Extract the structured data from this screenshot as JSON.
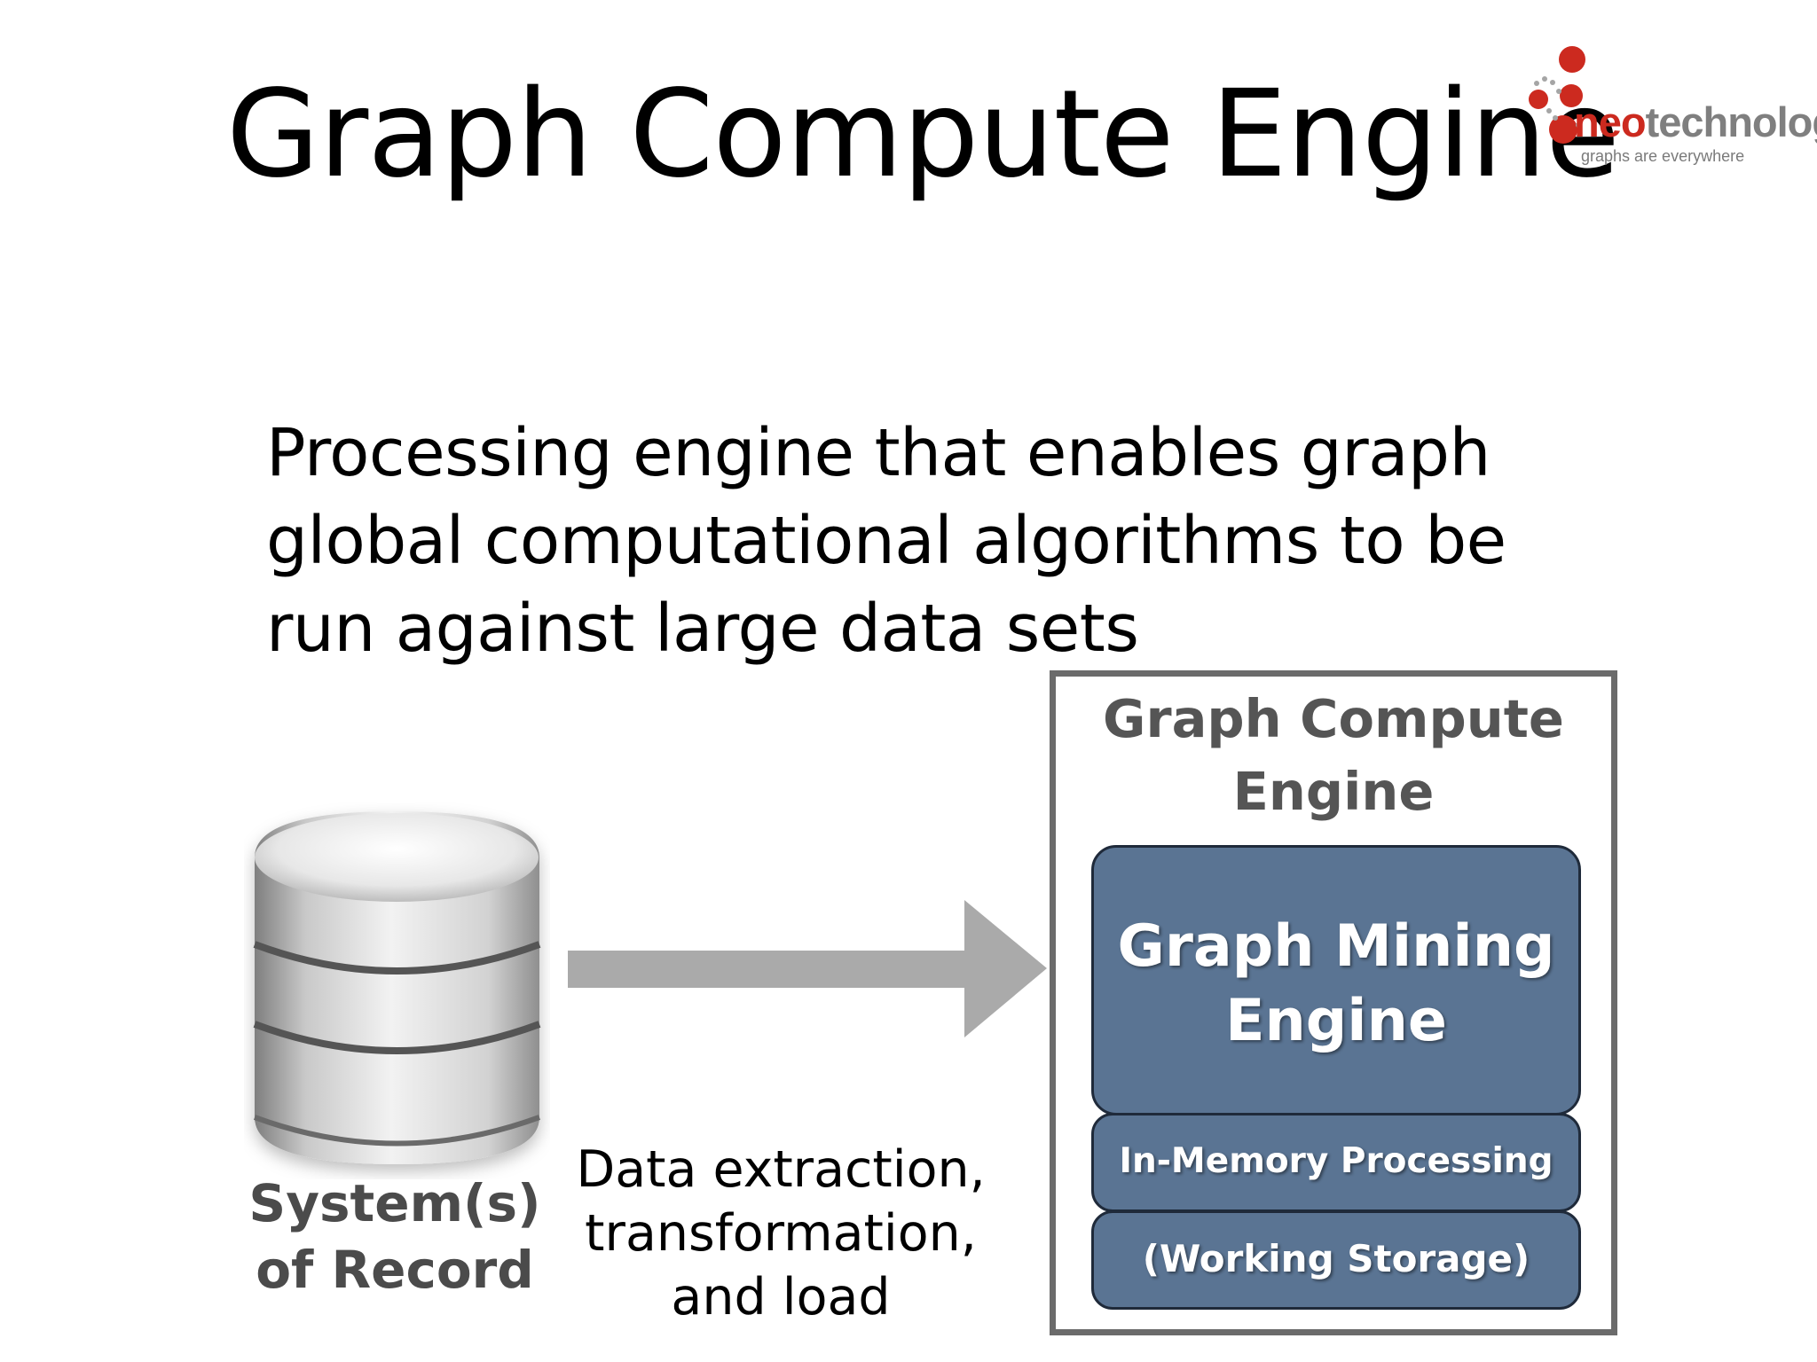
{
  "slide": {
    "title": "Graph Compute Engine",
    "description": "Processing engine that enables graph global computational algorithms to be run against large data sets"
  },
  "logo": {
    "brand_part1": "neo",
    "brand_part2": "technology",
    "tagline": "graphs are everywhere",
    "brand_color": "#cc2a1f"
  },
  "diagram": {
    "source": {
      "label_line1": "System(s)",
      "label_line2": "of Record",
      "icon": "database-icon"
    },
    "flow": {
      "label_line1": "Data extraction,",
      "label_line2": "transformation,",
      "label_line3": "and load",
      "icon": "right-arrow-icon"
    },
    "engine": {
      "title_line1": "Graph Compute",
      "title_line2": "Engine",
      "layers": [
        {
          "line1": "Graph Mining",
          "line2": "Engine"
        },
        {
          "label": "In-Memory Processing"
        },
        {
          "label": "(Working Storage)"
        }
      ]
    }
  },
  "colors": {
    "layer_fill": "#5a7493",
    "frame_border": "#6b6b6b",
    "arrow_fill": "#aaaaaa"
  }
}
